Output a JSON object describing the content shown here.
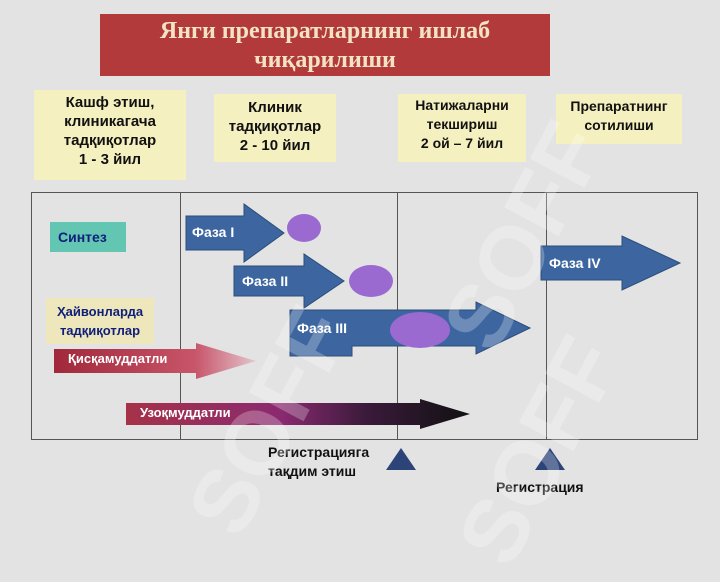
{
  "title": "Янги препаратларнинг ишлаб\nчиқарилиши",
  "stages": [
    "Кашф этиш,\nклиникагача\nтадқиқотлар\n1 - 3  йил",
    "Клиник\nтадқиқотлар\n2  -  10  йил",
    "Натижаларни\nтекшириш\n2 ой – 7 йил",
    "Препаратнинг\nсотилиши"
  ],
  "synthesis": "Синтез",
  "animal_studies": "Ҳайвонларда\nтадқиқотлар",
  "short_term": "Қисқамуддатли",
  "long_term": "Узоқмуддатли",
  "phases": [
    "Фаза I",
    "Фаза II",
    "Фаза III",
    "Фаза IV"
  ],
  "registration_submit": "Регистрацияга\nтақдим этиш",
  "registration": "Регистрация",
  "watermark": "SOFF",
  "colors": {
    "title_bg": "#b33a3a",
    "phase_arrow": "#3d66a0",
    "ellipse": "#9a6ad0",
    "synthesis_bg": "#63c6b3"
  }
}
